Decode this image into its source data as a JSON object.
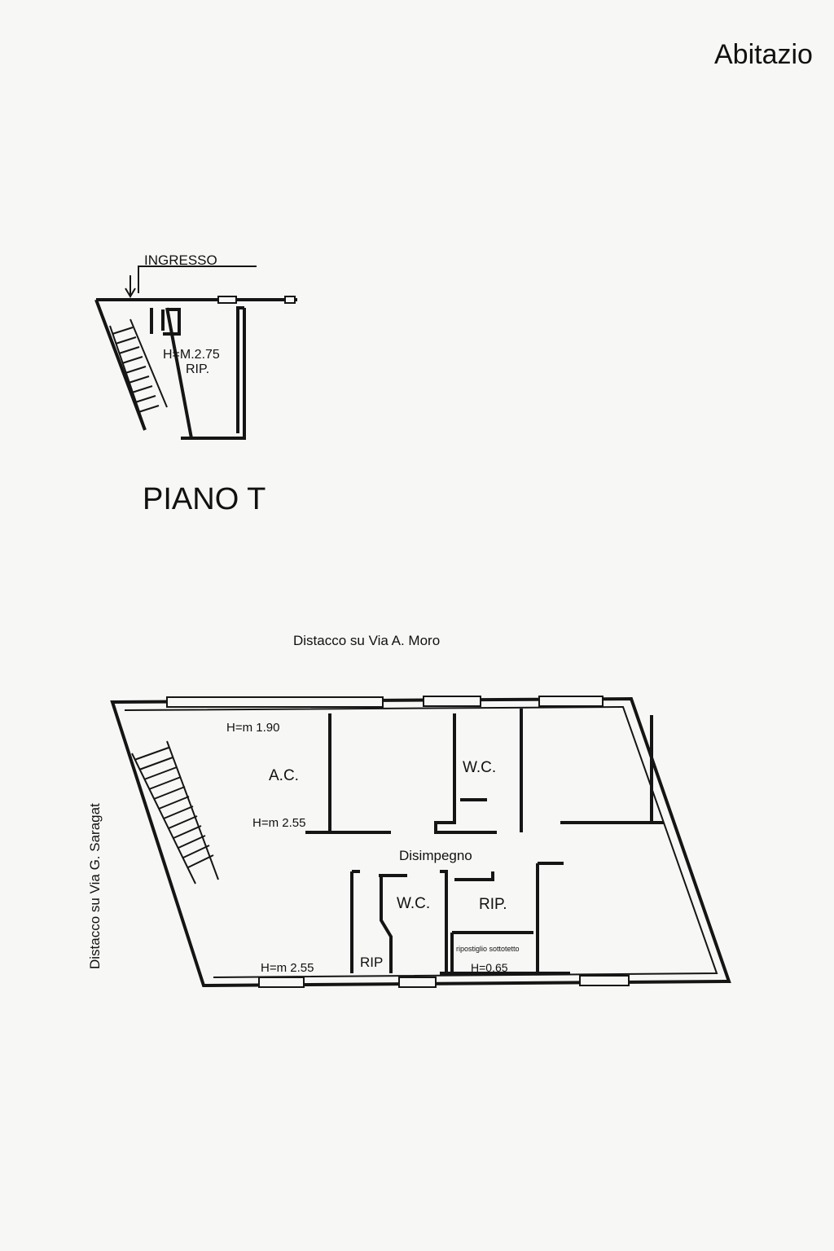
{
  "header": {
    "title": "Abitazio"
  },
  "ground_floor": {
    "entrance": "INGRESSO",
    "height": "H=M.2.75",
    "room": "RIP.",
    "floor_title": "PIANO T"
  },
  "upper_floor": {
    "top_street": "Distacco su Via A. Moro",
    "side_street": "Distacco su Via G. Saragat",
    "height_top": "H=m 1.90",
    "room_ac": "A.C.",
    "height_ac": "H=m 2.55",
    "room_wc_top": "W.C.",
    "corridor": "Disimpegno",
    "room_wc_bottom": "W.C.",
    "room_rip_right": "RIP.",
    "room_rip_small": "RIP",
    "height_bottom": "H=m 2.55",
    "cupboard_note": "ripostiglio sottotetto",
    "height_cupboard": "H=0.65"
  }
}
